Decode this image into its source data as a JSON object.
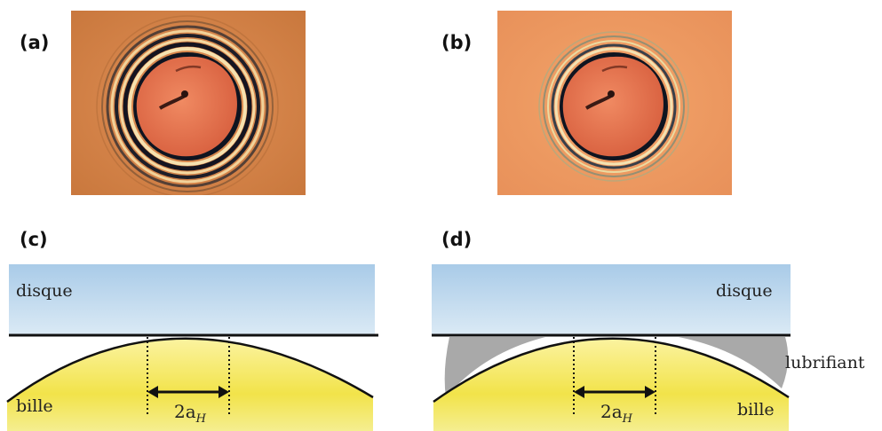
{
  "panels": {
    "a": {
      "label": "(a)"
    },
    "b": {
      "label": "(b)"
    },
    "c": {
      "label": "(c)",
      "disk_label": "disque",
      "ball_label": "bille",
      "dimension_label": "2a",
      "dimension_sub": "H"
    },
    "d": {
      "label": "(d)",
      "disk_label": "disque",
      "ball_label": "bille",
      "lubricant_label": "lubrifiant",
      "dimension_label": "2a",
      "dimension_sub": "H"
    }
  },
  "colors": {
    "photo_bg_a": "#d9884a",
    "photo_bg_b": "#e9955a",
    "contact_spot": "#e8734f",
    "disk_blue": "#bcd8ee",
    "ball_yellow": "#f2e54a",
    "lubricant_gray": "#a9a9a9"
  }
}
